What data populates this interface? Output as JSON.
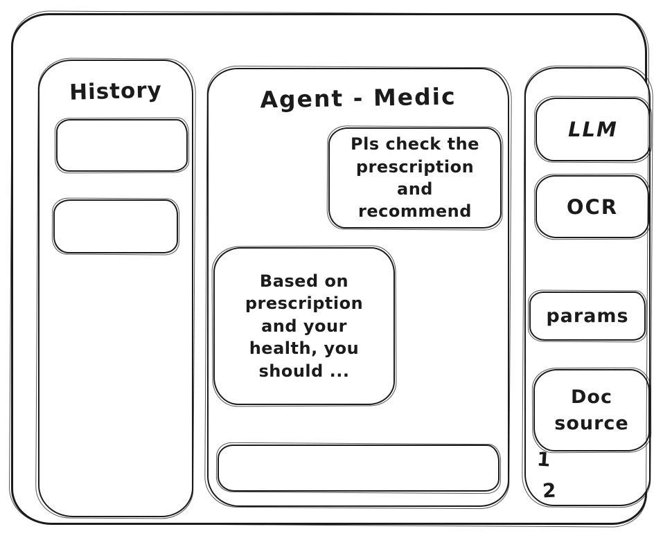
{
  "colors": {
    "stroke": "#1b1b1b",
    "background": "#ffffff"
  },
  "history_panel": {
    "title": "History",
    "items": [
      {
        "label": ""
      },
      {
        "label": ""
      }
    ]
  },
  "chat_panel": {
    "title": "Agent - Medic",
    "messages": [
      {
        "role": "user",
        "text": "Pls check the prescription and recommend"
      },
      {
        "role": "assistant",
        "text": "Based on prescription and your health, you should ..."
      }
    ],
    "input": {
      "value": "",
      "placeholder": ""
    }
  },
  "tools_panel": {
    "buttons": [
      {
        "label": "LLM"
      },
      {
        "label": "OCR"
      },
      {
        "label": "params"
      },
      {
        "label": "Doc source"
      }
    ],
    "doc_source_items": [
      {
        "label": "1"
      },
      {
        "label": "2"
      }
    ]
  }
}
